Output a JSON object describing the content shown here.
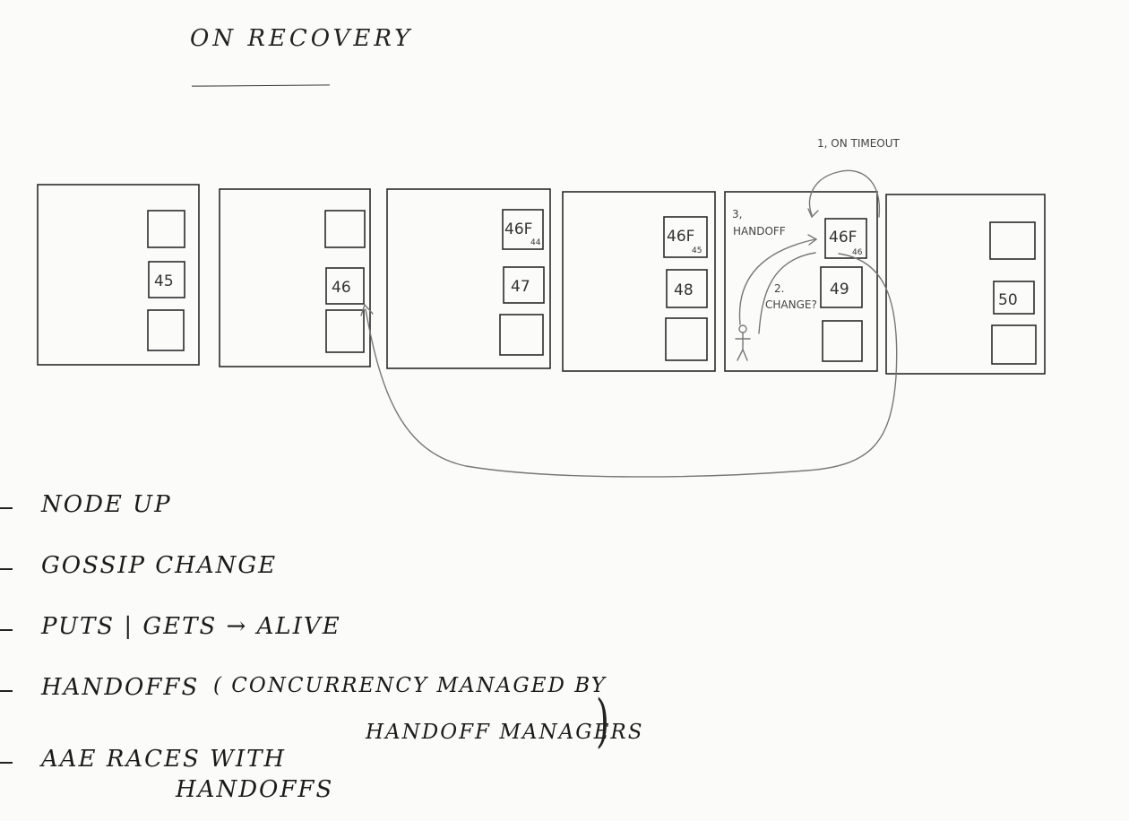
{
  "title": "ON RECOVERY",
  "nodes": [
    {
      "slots": [
        "",
        "45",
        ""
      ]
    },
    {
      "slots": [
        "",
        "46",
        ""
      ]
    },
    {
      "slots": [
        "46F",
        "47",
        ""
      ],
      "fallback_sub": "44"
    },
    {
      "slots": [
        "46F",
        "48",
        ""
      ],
      "fallback_sub": "45"
    },
    {
      "slots": [
        "46F",
        "49",
        ""
      ],
      "fallback_sub": "46"
    },
    {
      "slots": [
        "",
        "50",
        ""
      ]
    }
  ],
  "annotations": {
    "step1": "1, ON TIMEOUT",
    "step2_line1": "2.",
    "step2_line2": "CHANGE?",
    "step3_line1": "3,",
    "step3_line2": "HANDOFF"
  },
  "bullets": [
    "NODE UP",
    "GOSSIP CHANGE",
    "PUTS | GETS → ALIVE",
    "HANDOFFS",
    "( CONCURRENCY MANAGED BY",
    "HANDOFF MANAGERS",
    "AAE RACES WITH",
    "HANDOFFS"
  ]
}
